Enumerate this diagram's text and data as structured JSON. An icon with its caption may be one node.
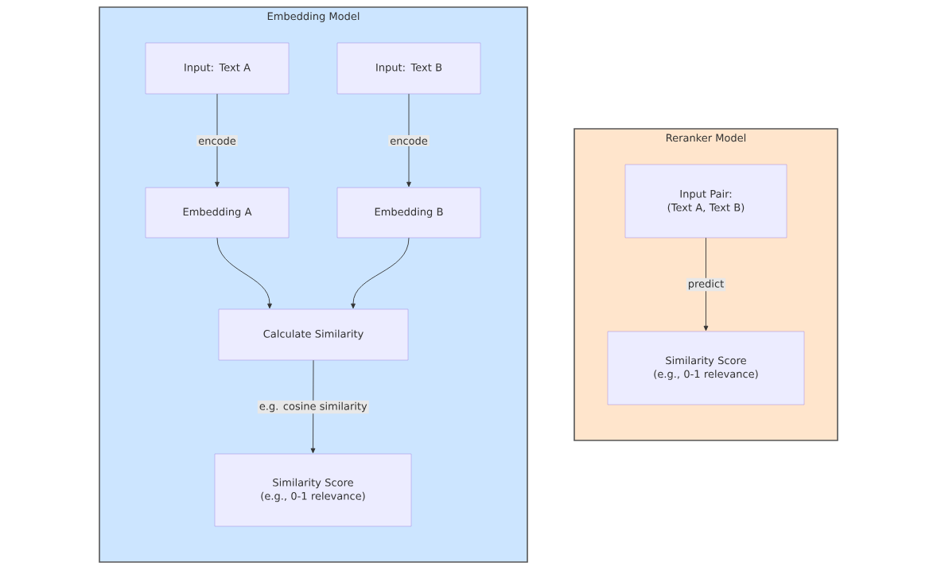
{
  "diagram": {
    "nodes": [
      {
        "text": [
          "Embedding Model"
        ]
      },
      {
        "text": [
          "Input: Text A"
        ],
        "in": 0
      },
      {
        "text": [
          "Input: Text B"
        ],
        "in": 0
      },
      {
        "text": [
          "Embedding A"
        ],
        "in": 0
      },
      {
        "text": [
          "Embedding B"
        ],
        "in": 0
      },
      {
        "text": [
          "Calculate Similarity"
        ],
        "in": 0
      },
      {
        "text": [
          "Similarity Score (e.g., 0-1 relevance)"
        ],
        "in": 0
      },
      {
        "text": [
          "Reranker Model"
        ]
      },
      {
        "text": [
          "Input Pair: (Text A, Text B)"
        ],
        "in": 7
      },
      {
        "text": [
          "Similarity Score (e.g., 0-1 relevance)"
        ],
        "in": 7
      }
    ],
    "edges": [
      {
        "from": 1,
        "to": 3,
        "arrow": "to",
        "label": "encode"
      },
      {
        "from": 2,
        "to": 4,
        "arrow": "to",
        "label": "encode"
      },
      {
        "from": 3,
        "to": 5,
        "arrow": "to"
      },
      {
        "from": 4,
        "to": 5,
        "arrow": "to"
      },
      {
        "from": 5,
        "to": 6,
        "arrow": "to",
        "label": "e.g. cosine similarity"
      },
      {
        "from": 8,
        "to": 9,
        "arrow": "to",
        "label": "predict"
      }
    ]
  }
}
